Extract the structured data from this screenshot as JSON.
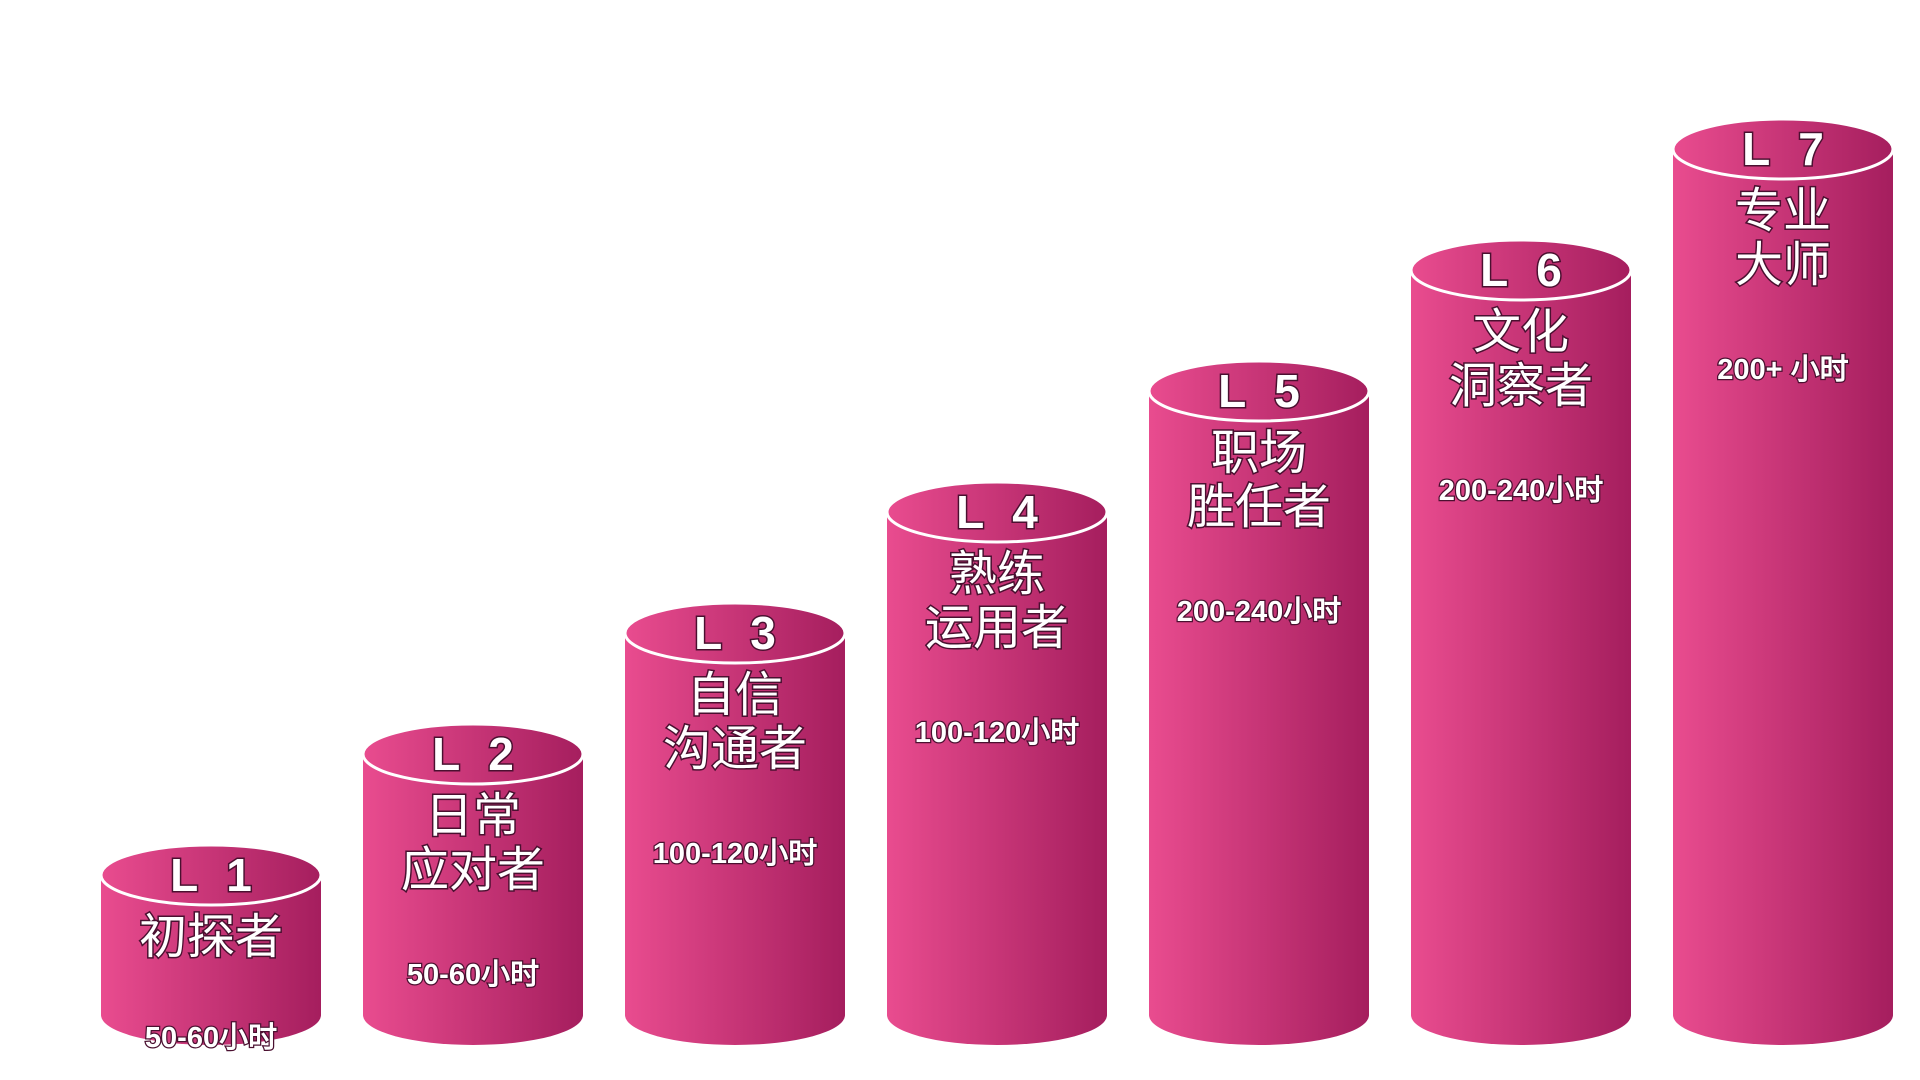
{
  "colors": {
    "body_light": "#e94c8f",
    "body_dark": "#a51e5e",
    "top_rim": "#ffffff",
    "text": "#ffffff",
    "text_outline": "#4a1030"
  },
  "levels": [
    {
      "level": "L 1",
      "title_lines": [
        "初探者"
      ],
      "hours": "50-60小时",
      "rank": 1
    },
    {
      "level": "L 2",
      "title_lines": [
        "日常",
        "应对者"
      ],
      "hours": "50-60小时",
      "rank": 2
    },
    {
      "level": "L 3",
      "title_lines": [
        "自信",
        "沟通者"
      ],
      "hours": "100-120小时",
      "rank": 3
    },
    {
      "level": "L 4",
      "title_lines": [
        "熟练",
        "运用者"
      ],
      "hours": "100-120小时",
      "rank": 4
    },
    {
      "level": "L 5",
      "title_lines": [
        "职场",
        "胜任者"
      ],
      "hours": "200-240小时",
      "rank": 5
    },
    {
      "level": "L 6",
      "title_lines": [
        "文化",
        "洞察者"
      ],
      "hours": "200-240小时",
      "rank": 6
    },
    {
      "level": "L 7",
      "title_lines": [
        "专业",
        "大师"
      ],
      "hours": "200+ 小时",
      "rank": 7
    }
  ]
}
